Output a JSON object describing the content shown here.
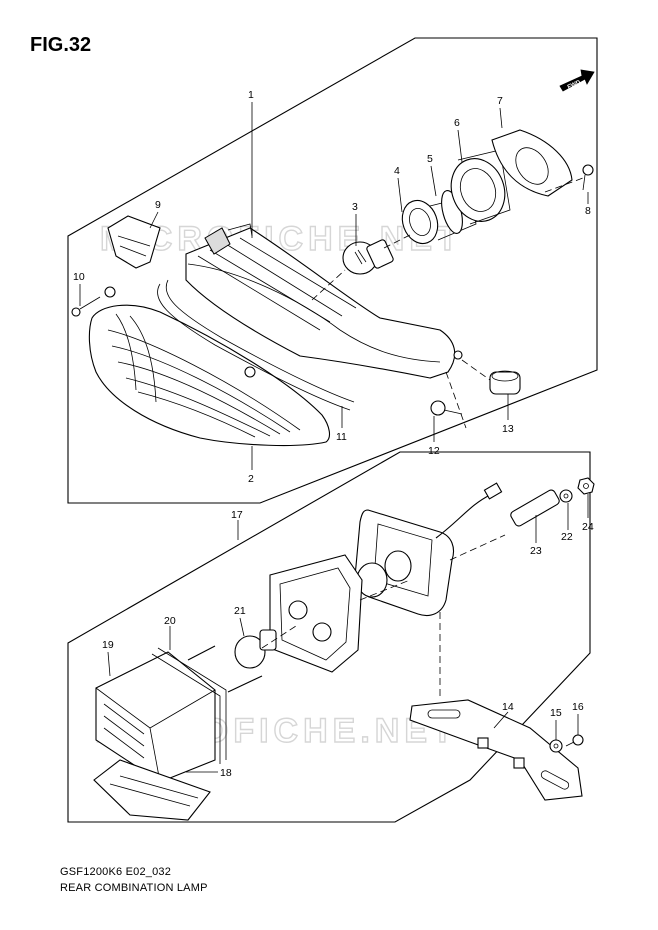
{
  "figure": {
    "title": "FIG.32",
    "model_code": "GSF1200K6 E02_032",
    "caption": "REAR COMBINATION LAMP",
    "fwd_label": "FWD",
    "watermark": "MICROFICHE.NET"
  },
  "callouts": [
    "1",
    "2",
    "3",
    "4",
    "5",
    "6",
    "7",
    "8",
    "9",
    "10",
    "11",
    "12",
    "13",
    "14",
    "15",
    "16",
    "17",
    "18",
    "19",
    "20",
    "21",
    "22",
    "23",
    "24"
  ]
}
